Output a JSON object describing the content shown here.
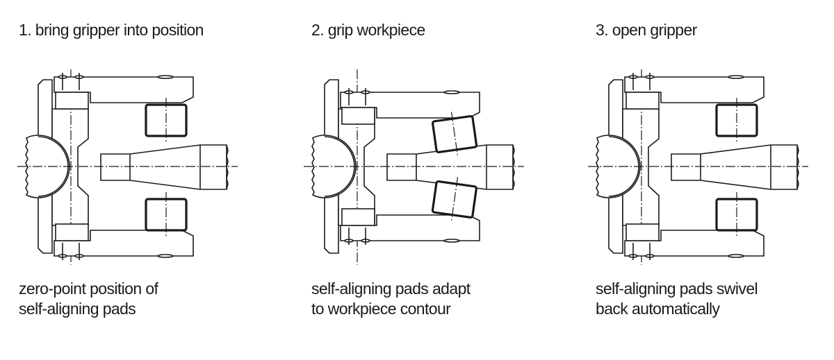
{
  "steps": [
    {
      "title": "1. bring gripper into position",
      "caption_line1": "zero-point position of",
      "caption_line2": "self-aligning pads"
    },
    {
      "title": "2. grip workpiece",
      "caption_line1": "self-aligning pads adapt",
      "caption_line2": "to workpiece contour"
    },
    {
      "title": "3. open gripper",
      "caption_line1": "self-aligning pads swivel",
      "caption_line2": "back automatically"
    }
  ]
}
